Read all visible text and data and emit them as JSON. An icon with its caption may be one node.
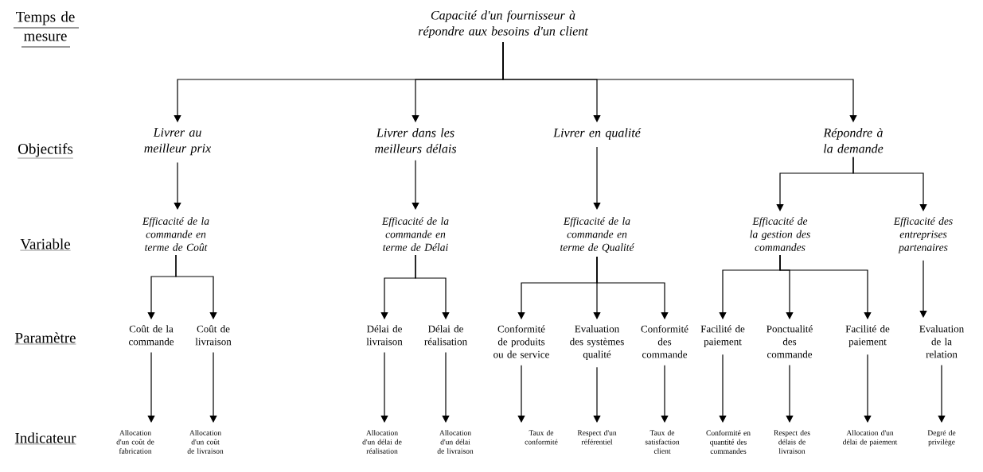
{
  "diagram": {
    "nodes": [
      {
        "text": [
          "Capacité d'un fournisseur à répondre aux besoins d'un client"
        ]
      },
      {
        "text": [
          "Livrer au meilleur prix"
        ]
      },
      {
        "text": [
          "Livrer dans les meilleurs délais"
        ]
      },
      {
        "text": [
          "Livrer en qualité"
        ]
      },
      {
        "text": [
          "Répondre à la demande"
        ]
      },
      {
        "text": [
          "Efficacité de la commande en terme de Coût"
        ]
      },
      {
        "text": [
          "Efficacité de la commande en terme de Délai"
        ]
      },
      {
        "text": [
          "Efficacité de la commande en terme de Qualité"
        ]
      },
      {
        "text": [
          "Efficacité de la gestion des commandes"
        ]
      },
      {
        "text": [
          "Efficacité des entreprises partenaires"
        ]
      },
      {
        "text": [
          "Coût de la commande"
        ]
      },
      {
        "text": [
          "Coût de livraison"
        ]
      },
      {
        "text": [
          "Délai de livraison"
        ]
      },
      {
        "text": [
          "Délai de réalisation"
        ]
      },
      {
        "text": [
          "Conformité de produits ou de service"
        ]
      },
      {
        "text": [
          "Evaluation des systèmes qualité"
        ]
      },
      {
        "text": [
          "Conformité des commande"
        ]
      },
      {
        "text": [
          "Facilité de paiement"
        ]
      },
      {
        "text": [
          "Ponctualité des commande"
        ]
      },
      {
        "text": [
          "Facilité de paiement"
        ]
      },
      {
        "text": [
          "Evaluation de la relation"
        ]
      },
      {
        "text": [
          "Allocation d'un coût de fabrication"
        ]
      },
      {
        "text": [
          "Allocation d'un coût de livraison"
        ]
      },
      {
        "text": [
          "Allocation d'un délai de réalisation"
        ]
      },
      {
        "text": [
          "Allocation d'un délai de livraison"
        ]
      },
      {
        "text": [
          "Taux de conformité"
        ]
      },
      {
        "text": [
          "Respect d'un référentiel"
        ]
      },
      {
        "text": [
          "Taux de satisfaction client"
        ]
      },
      {
        "text": [
          "Conformité en quantité des commandes"
        ]
      },
      {
        "text": [
          "Respect des délais de livraison"
        ]
      },
      {
        "text": [
          "Allocation d'un délai de paiement"
        ]
      },
      {
        "text": [
          "Degré de privilège"
        ]
      }
    ],
    "edges": [
      {
        "from": 0,
        "to": 1,
        "arrow": "to"
      },
      {
        "from": 0,
        "to": 2,
        "arrow": "to"
      },
      {
        "from": 0,
        "to": 3,
        "arrow": "to"
      },
      {
        "from": 0,
        "to": 4,
        "arrow": "to"
      },
      {
        "from": 1,
        "to": 5,
        "arrow": "to"
      },
      {
        "from": 2,
        "to": 6,
        "arrow": "to"
      },
      {
        "from": 3,
        "to": 7,
        "arrow": "to"
      },
      {
        "from": 4,
        "to": 8,
        "arrow": "to"
      },
      {
        "from": 4,
        "to": 9,
        "arrow": "to"
      },
      {
        "from": 5,
        "to": 10,
        "arrow": "to"
      },
      {
        "from": 5,
        "to": 11,
        "arrow": "to"
      },
      {
        "from": 6,
        "to": 12,
        "arrow": "to"
      },
      {
        "from": 6,
        "to": 13,
        "arrow": "to"
      },
      {
        "from": 7,
        "to": 14,
        "arrow": "to"
      },
      {
        "from": 7,
        "to": 15,
        "arrow": "to"
      },
      {
        "from": 7,
        "to": 16,
        "arrow": "to"
      },
      {
        "from": 8,
        "to": 17,
        "arrow": "to"
      },
      {
        "from": 8,
        "to": 18,
        "arrow": "to"
      },
      {
        "from": 8,
        "to": 19,
        "arrow": "to"
      },
      {
        "from": 9,
        "to": 20,
        "arrow": "to"
      },
      {
        "from": 10,
        "to": 21,
        "arrow": "to"
      },
      {
        "from": 11,
        "to": 22,
        "arrow": "to"
      },
      {
        "from": 12,
        "to": 23,
        "arrow": "to"
      },
      {
        "from": 13,
        "to": 24,
        "arrow": "to"
      },
      {
        "from": 14,
        "to": 25,
        "arrow": "to"
      },
      {
        "from": 15,
        "to": 26,
        "arrow": "to"
      },
      {
        "from": 16,
        "to": 27,
        "arrow": "to"
      },
      {
        "from": 17,
        "to": 28,
        "arrow": "to"
      },
      {
        "from": 18,
        "to": 29,
        "arrow": "to"
      },
      {
        "from": 19,
        "to": 30,
        "arrow": "to"
      },
      {
        "from": 20,
        "to": 31,
        "arrow": "to"
      }
    ],
    "labels": [
      "Temps de mesure",
      "Objectifs",
      "Variable",
      "Paramètre",
      "Indicateur"
    ]
  }
}
